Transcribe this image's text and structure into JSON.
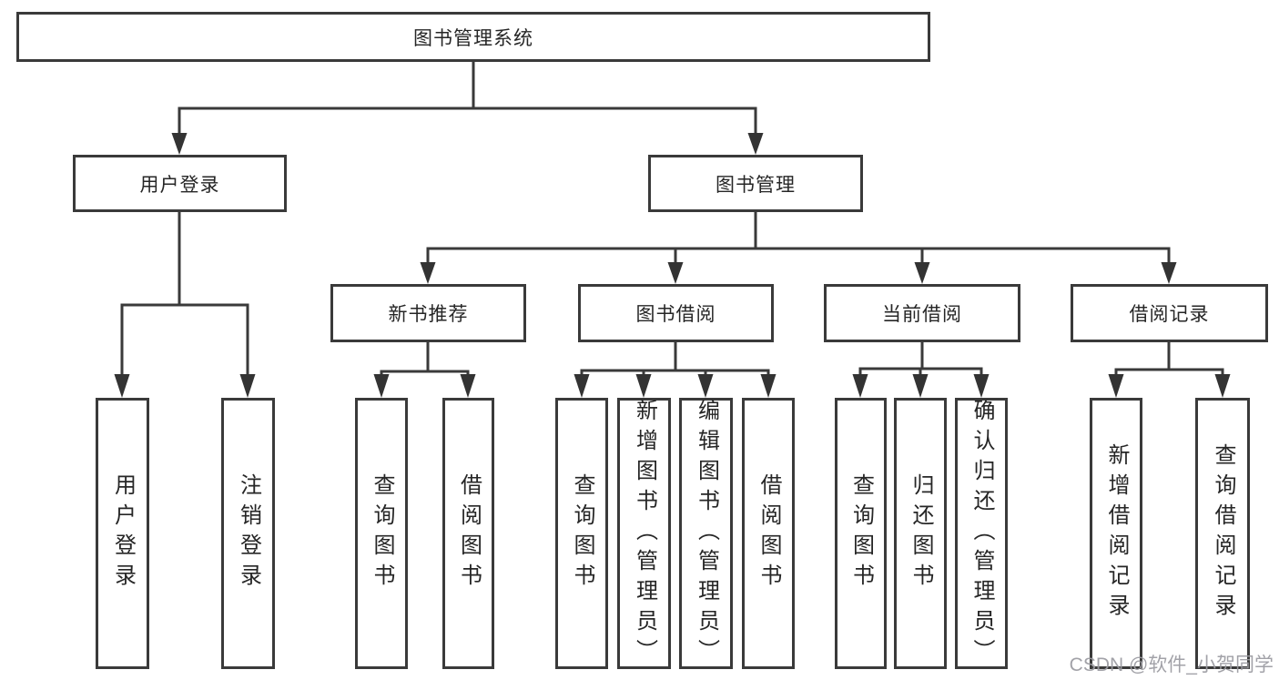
{
  "diagram": {
    "type": "hierarchy-tree",
    "title": "图书管理系统",
    "colors": {
      "background": "#ffffff",
      "line": "#3a3a3a",
      "box_border": "#3a3a3a",
      "text": "#262626",
      "watermark": "#9b9ba1"
    },
    "tree": {
      "root": {
        "label": "图书管理系统"
      },
      "level2": [
        {
          "label": "用户登录",
          "parent": "图书管理系统"
        },
        {
          "label": "图书管理",
          "parent": "图书管理系统"
        }
      ],
      "level3": [
        {
          "label": "新书推荐",
          "parent": "图书管理"
        },
        {
          "label": "图书借阅",
          "parent": "图书管理"
        },
        {
          "label": "当前借阅",
          "parent": "图书管理"
        },
        {
          "label": "借阅记录",
          "parent": "图书管理"
        }
      ],
      "leaves": [
        {
          "label": "用户登录",
          "parent": "用户登录"
        },
        {
          "label": "注销登录",
          "parent": "用户登录"
        },
        {
          "label": "查询图书",
          "parent": "新书推荐"
        },
        {
          "label": "借阅图书",
          "parent": "新书推荐"
        },
        {
          "label": "查询图书",
          "parent": "图书借阅"
        },
        {
          "label": "新增图书（管理员）",
          "parent": "图书借阅"
        },
        {
          "label": "编辑图书（管理员）",
          "parent": "图书借阅"
        },
        {
          "label": "借阅图书",
          "parent": "图书借阅"
        },
        {
          "label": "查询图书",
          "parent": "当前借阅"
        },
        {
          "label": "归还图书",
          "parent": "当前借阅"
        },
        {
          "label": "确认归还（管理员）",
          "parent": "当前借阅"
        },
        {
          "label": "新增借阅记录",
          "parent": "借阅记录"
        },
        {
          "label": "查询借阅记录",
          "parent": "借阅记录"
        }
      ]
    },
    "watermark": "CSDN @软件_小贺同学"
  }
}
